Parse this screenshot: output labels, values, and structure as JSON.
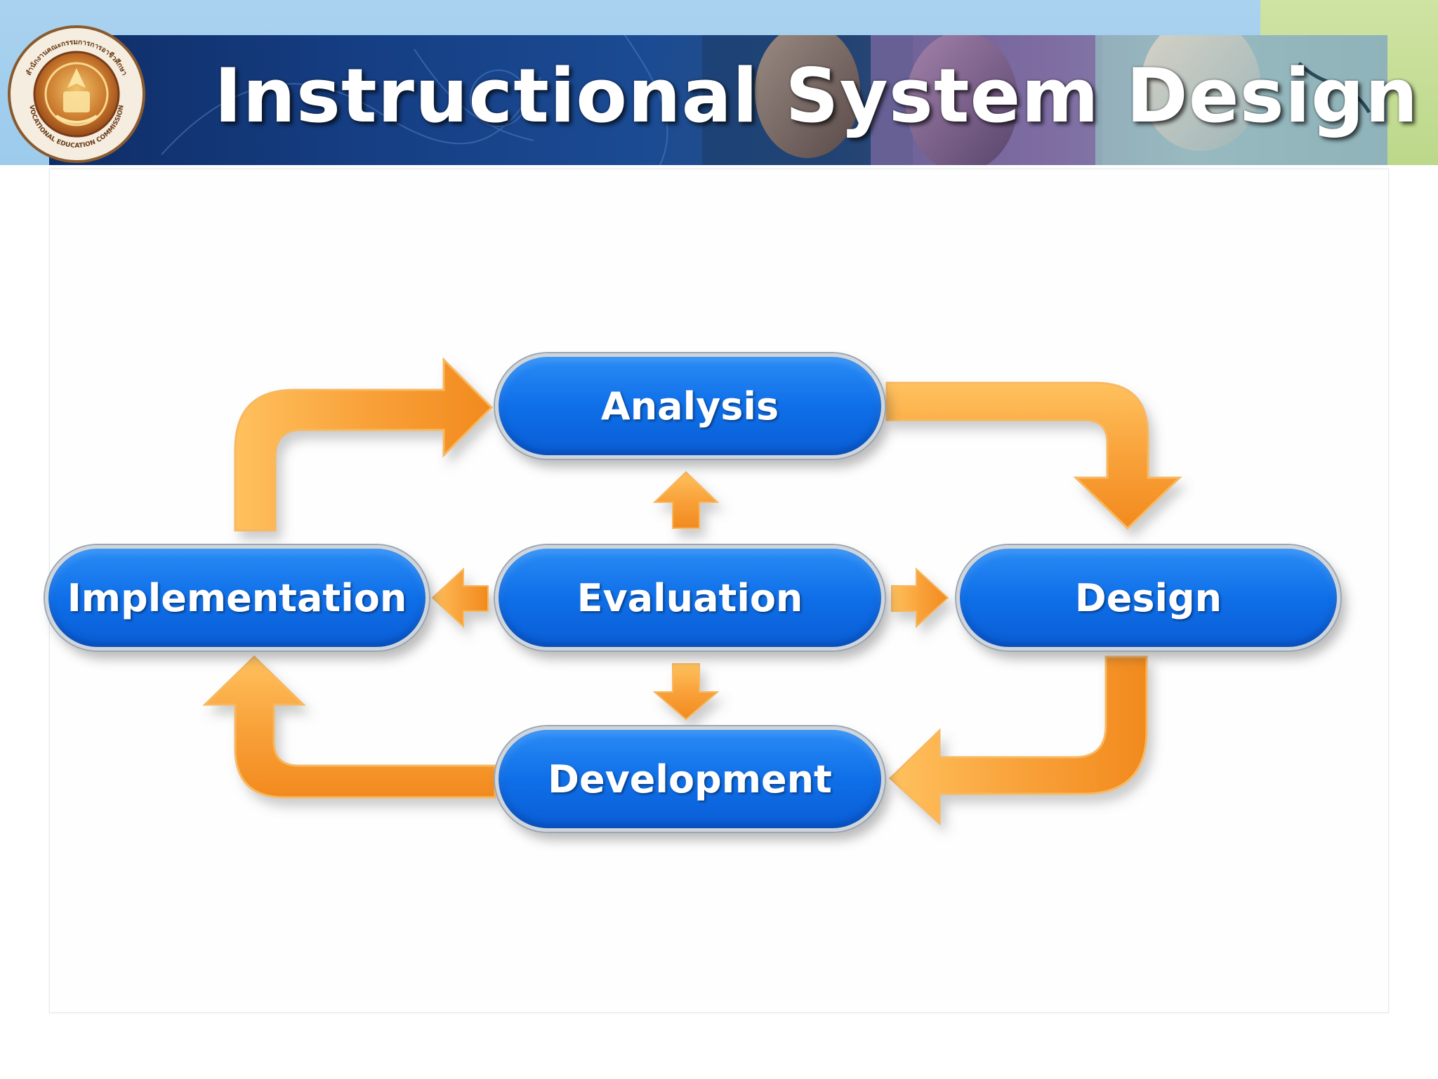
{
  "slide": {
    "title": "Instructional System Design"
  },
  "header": {
    "emblem_text_top": "สำนักงานคณะกรรมการการอาชีวศึกษา",
    "emblem_text_bottom": "VOCATIONAL EDUCATION COMMISSION"
  },
  "diagram": {
    "stages": {
      "analysis": "Analysis",
      "design": "Design",
      "development": "Development",
      "implementation": "Implementation",
      "evaluation": "Evaluation"
    },
    "colors": {
      "node_fill": "#0f6fe8",
      "arrow_fill": "#f8a33a",
      "top_bar": "#a9d2ef",
      "green_block": "#c5dd94"
    },
    "flow": [
      {
        "from": "Analysis",
        "to": "Design"
      },
      {
        "from": "Design",
        "to": "Development"
      },
      {
        "from": "Development",
        "to": "Implementation"
      },
      {
        "from": "Implementation",
        "to": "Analysis"
      },
      {
        "from": "Evaluation",
        "to": "Analysis"
      },
      {
        "from": "Evaluation",
        "to": "Design"
      },
      {
        "from": "Evaluation",
        "to": "Development"
      },
      {
        "from": "Evaluation",
        "to": "Implementation"
      }
    ]
  }
}
